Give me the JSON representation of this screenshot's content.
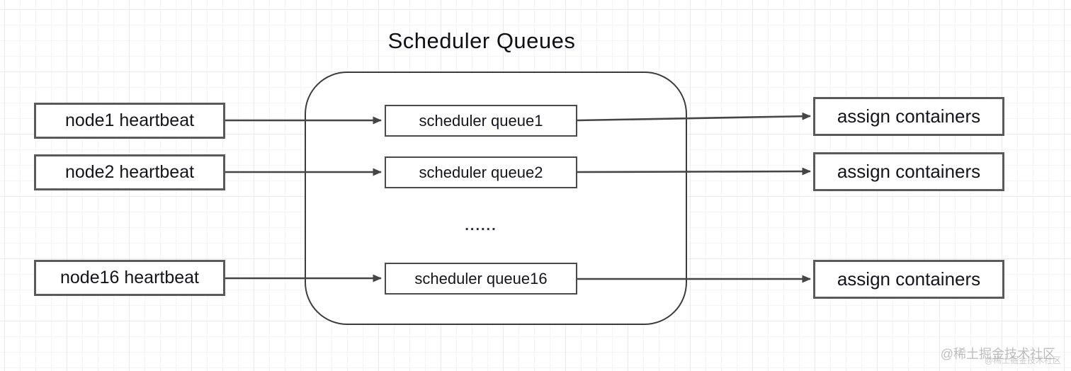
{
  "diagram": {
    "title": "Scheduler Queues",
    "left_nodes": [
      {
        "label": "node1 heartbeat"
      },
      {
        "label": "node2 heartbeat"
      },
      {
        "label": "node16 heartbeat"
      }
    ],
    "queue_nodes": [
      {
        "label": "scheduler queue1"
      },
      {
        "label": "scheduler queue2"
      },
      {
        "label": "scheduler queue16"
      }
    ],
    "output_nodes": [
      {
        "label": "assign containers"
      },
      {
        "label": "assign containers"
      },
      {
        "label": "assign containers"
      }
    ],
    "ellipsis": "......"
  },
  "watermark": {
    "primary": "@稀土掘金技术社区",
    "secondary": "@稀土掘金技术社区"
  },
  "colors": {
    "background": "#ffffff",
    "grid_major": "#e9e9ee",
    "grid_minor": "#f5f5f8",
    "box_border": "#5a5a5a",
    "queue_border": "#4a4a4a",
    "container_border": "#3c3c3c",
    "arrow": "#454545",
    "text": "#14141c",
    "watermark": "#a8a8a8"
  }
}
